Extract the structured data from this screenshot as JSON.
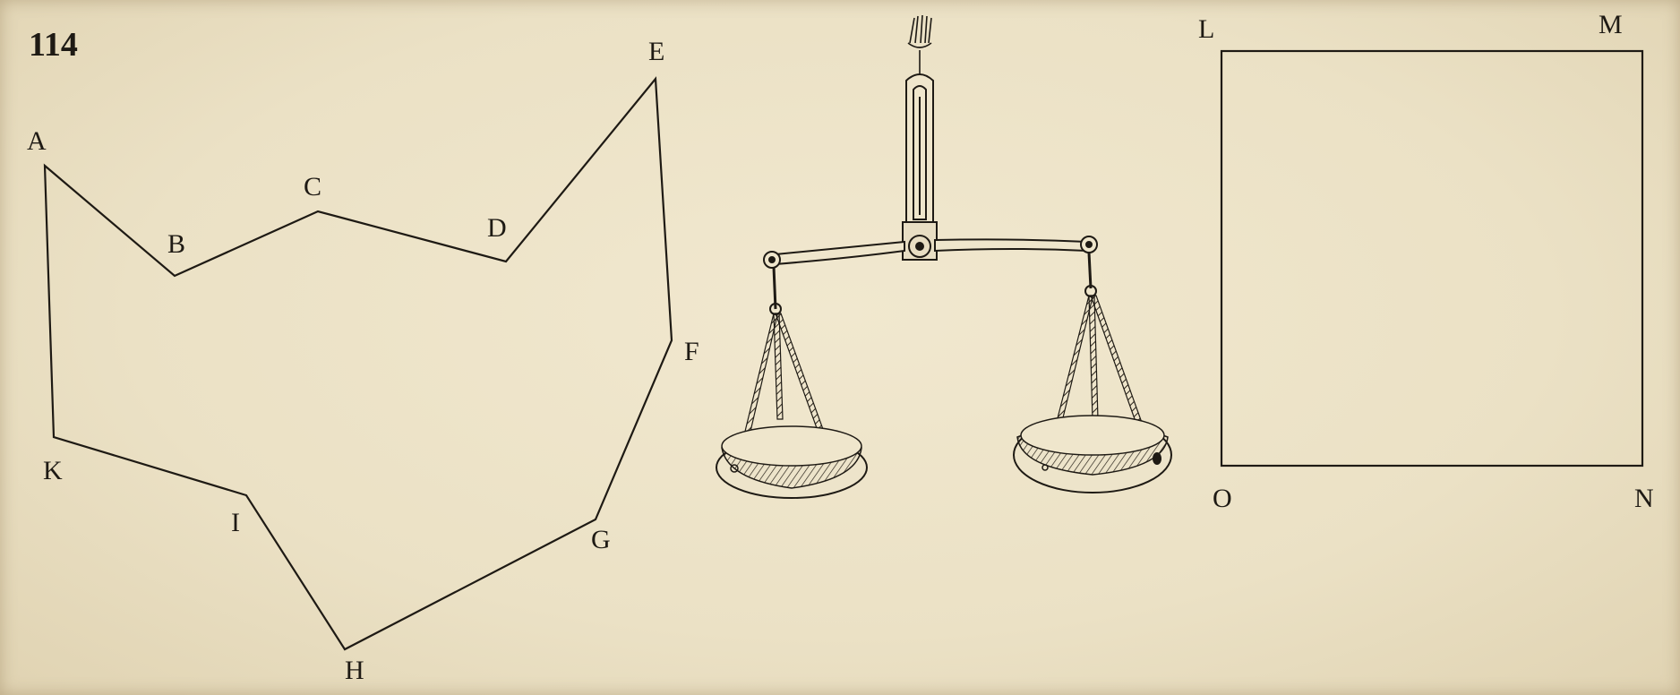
{
  "plate_number": "114",
  "polygon": {
    "vertex_labels": [
      "A",
      "B",
      "C",
      "D",
      "E",
      "F",
      "G",
      "H",
      "I",
      "K"
    ]
  },
  "square": {
    "corner_labels": [
      "L",
      "M",
      "N",
      "O"
    ]
  },
  "colors": {
    "paper": "#ece2c7",
    "ink": "#1e1a14"
  }
}
